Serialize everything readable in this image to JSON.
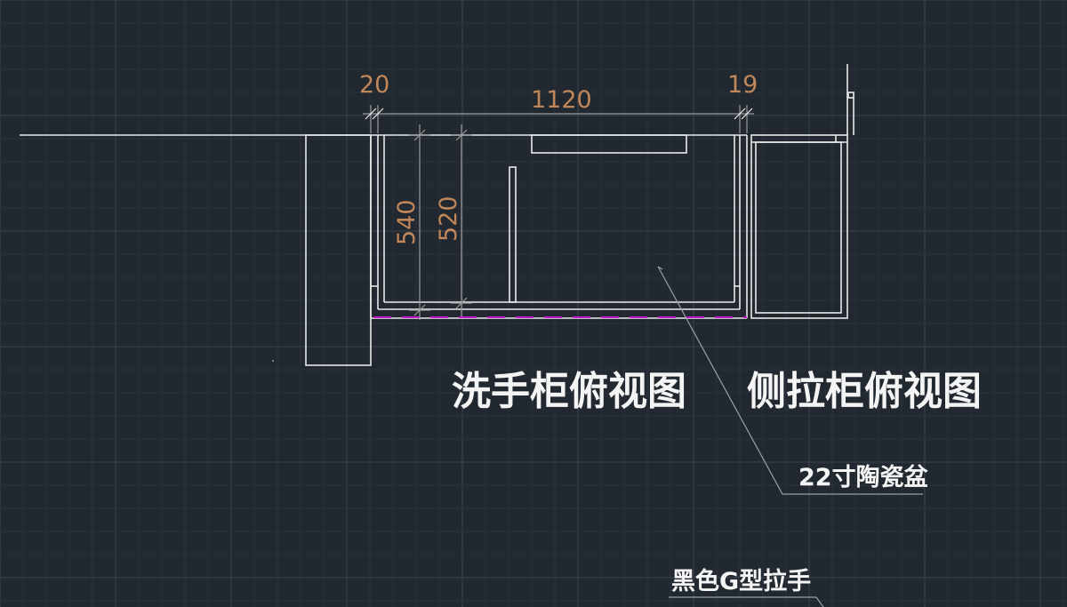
{
  "colors": {
    "background": "#212830",
    "grid_minor": "#2a323c",
    "grid_major": "#3a4450",
    "linework": "#e9e9e9",
    "dimension": "#c0875a",
    "hidden_line": "#c218c8",
    "leader": "#9aa0a6"
  },
  "dimensions": {
    "left_gap": "20",
    "width": "1120",
    "right_gap": "19",
    "depth_outer": "540",
    "depth_inner": "520"
  },
  "labels": {
    "washbasin_cabinet_top_view": "洗手柜俯视图",
    "side_pull_cabinet_top_view": "侧拉柜俯视图",
    "ceramic_basin": "22寸陶瓷盆",
    "black_g_handle": "黑色G型拉手"
  }
}
